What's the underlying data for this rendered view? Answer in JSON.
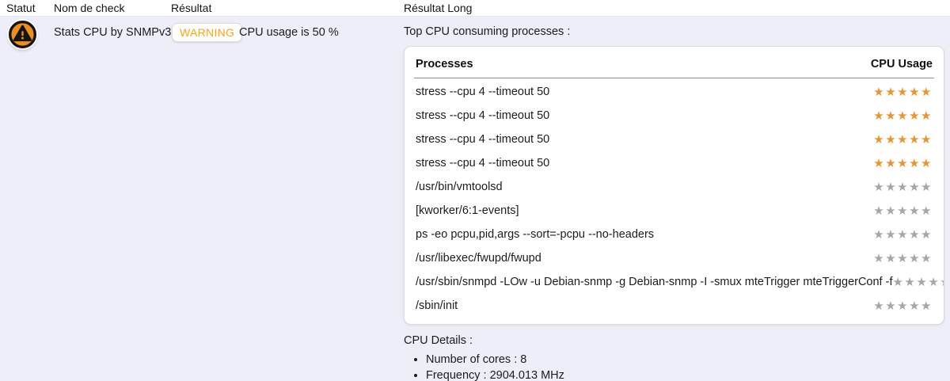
{
  "colors": {
    "page_bg": "#edeef7",
    "accent_orange": "#ee8d20",
    "star_active": "#e9952f",
    "star_inactive": "#a6a6a6",
    "warning_text": "#fba41d"
  },
  "header": {
    "columns": [
      {
        "label": "Statut"
      },
      {
        "label": "Nom de check"
      },
      {
        "label": "Résultat"
      },
      {
        "label": "Résultat Long"
      }
    ]
  },
  "check_row": {
    "status_icon": "warning-circle-icon",
    "name": "Stats CPU by SNMPv3",
    "status_badge": "WARNING",
    "result": "CPU usage is 50 %"
  },
  "long_output": {
    "intro": "Top CPU consuming processes :",
    "table": {
      "process_header": "Processes",
      "usage_header": "CPU Usage",
      "star_glyph": "★★★★★",
      "rows": [
        {
          "process": "stress --cpu 4 --timeout 50",
          "active": true
        },
        {
          "process": "stress --cpu 4 --timeout 50",
          "active": true
        },
        {
          "process": "stress --cpu 4 --timeout 50",
          "active": true
        },
        {
          "process": "stress --cpu 4 --timeout 50",
          "active": true
        },
        {
          "process": "/usr/bin/vmtoolsd",
          "active": false
        },
        {
          "process": "[kworker/6:1-events]",
          "active": false
        },
        {
          "process": "ps -eo pcpu,pid,args --sort=-pcpu --no-headers",
          "active": false
        },
        {
          "process": "/usr/libexec/fwupd/fwupd",
          "active": false
        },
        {
          "process": "/usr/sbin/snmpd -LOw -u Debian-snmp -g Debian-snmp -I -smux mteTrigger mteTriggerConf -f",
          "active": false
        },
        {
          "process": "/sbin/init",
          "active": false
        }
      ]
    },
    "details": {
      "title": "CPU Details :",
      "items": [
        "Number of cores : 8",
        "Frequency : 2904.013 MHz"
      ]
    }
  }
}
